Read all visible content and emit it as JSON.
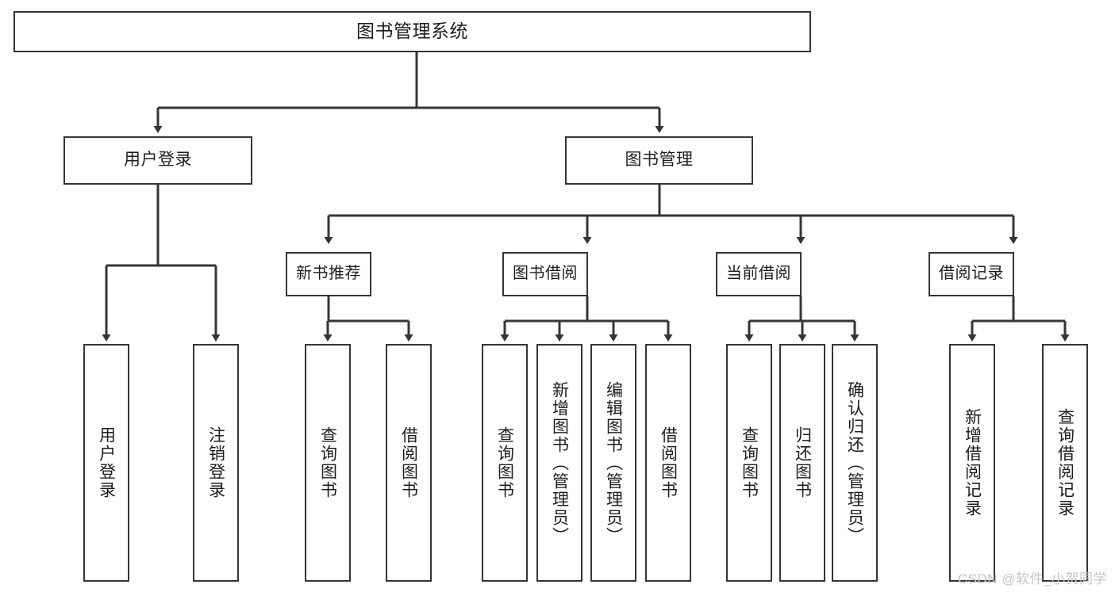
{
  "diagram": {
    "title": "图书管理系统",
    "type": "tree-hierarchy-diagram",
    "colors": {
      "stroke": "#33353a",
      "fill": "#ffffff",
      "text": "#1d1d1f",
      "watermark": "#c3c4c6"
    },
    "root": {
      "label": "图书管理系统"
    },
    "level1": [
      {
        "label": "用户登录"
      },
      {
        "label": "图书管理"
      }
    ],
    "level2": [
      {
        "label": "新书推荐"
      },
      {
        "label": "图书借阅"
      },
      {
        "label": "当前借阅"
      },
      {
        "label": "借阅记录"
      }
    ],
    "leaves": {
      "user_login": [
        {
          "label": "用户登录"
        },
        {
          "label": "注销登录"
        }
      ],
      "new_book_recommend": [
        {
          "label": "查询图书"
        },
        {
          "label": "借阅图书"
        }
      ],
      "book_borrow": [
        {
          "label": "查询图书"
        },
        {
          "label": "新增图书（管理员）"
        },
        {
          "label": "编辑图书（管理员）"
        },
        {
          "label": "借阅图书"
        }
      ],
      "current_borrow": [
        {
          "label": "查询图书"
        },
        {
          "label": "归还图书"
        },
        {
          "label": "确认归还（管理员）"
        }
      ],
      "borrow_record": [
        {
          "label": "新增借阅记录"
        },
        {
          "label": "查询借阅记录"
        }
      ]
    }
  },
  "watermark": {
    "text": "CSDN @软件_小贺同学"
  }
}
